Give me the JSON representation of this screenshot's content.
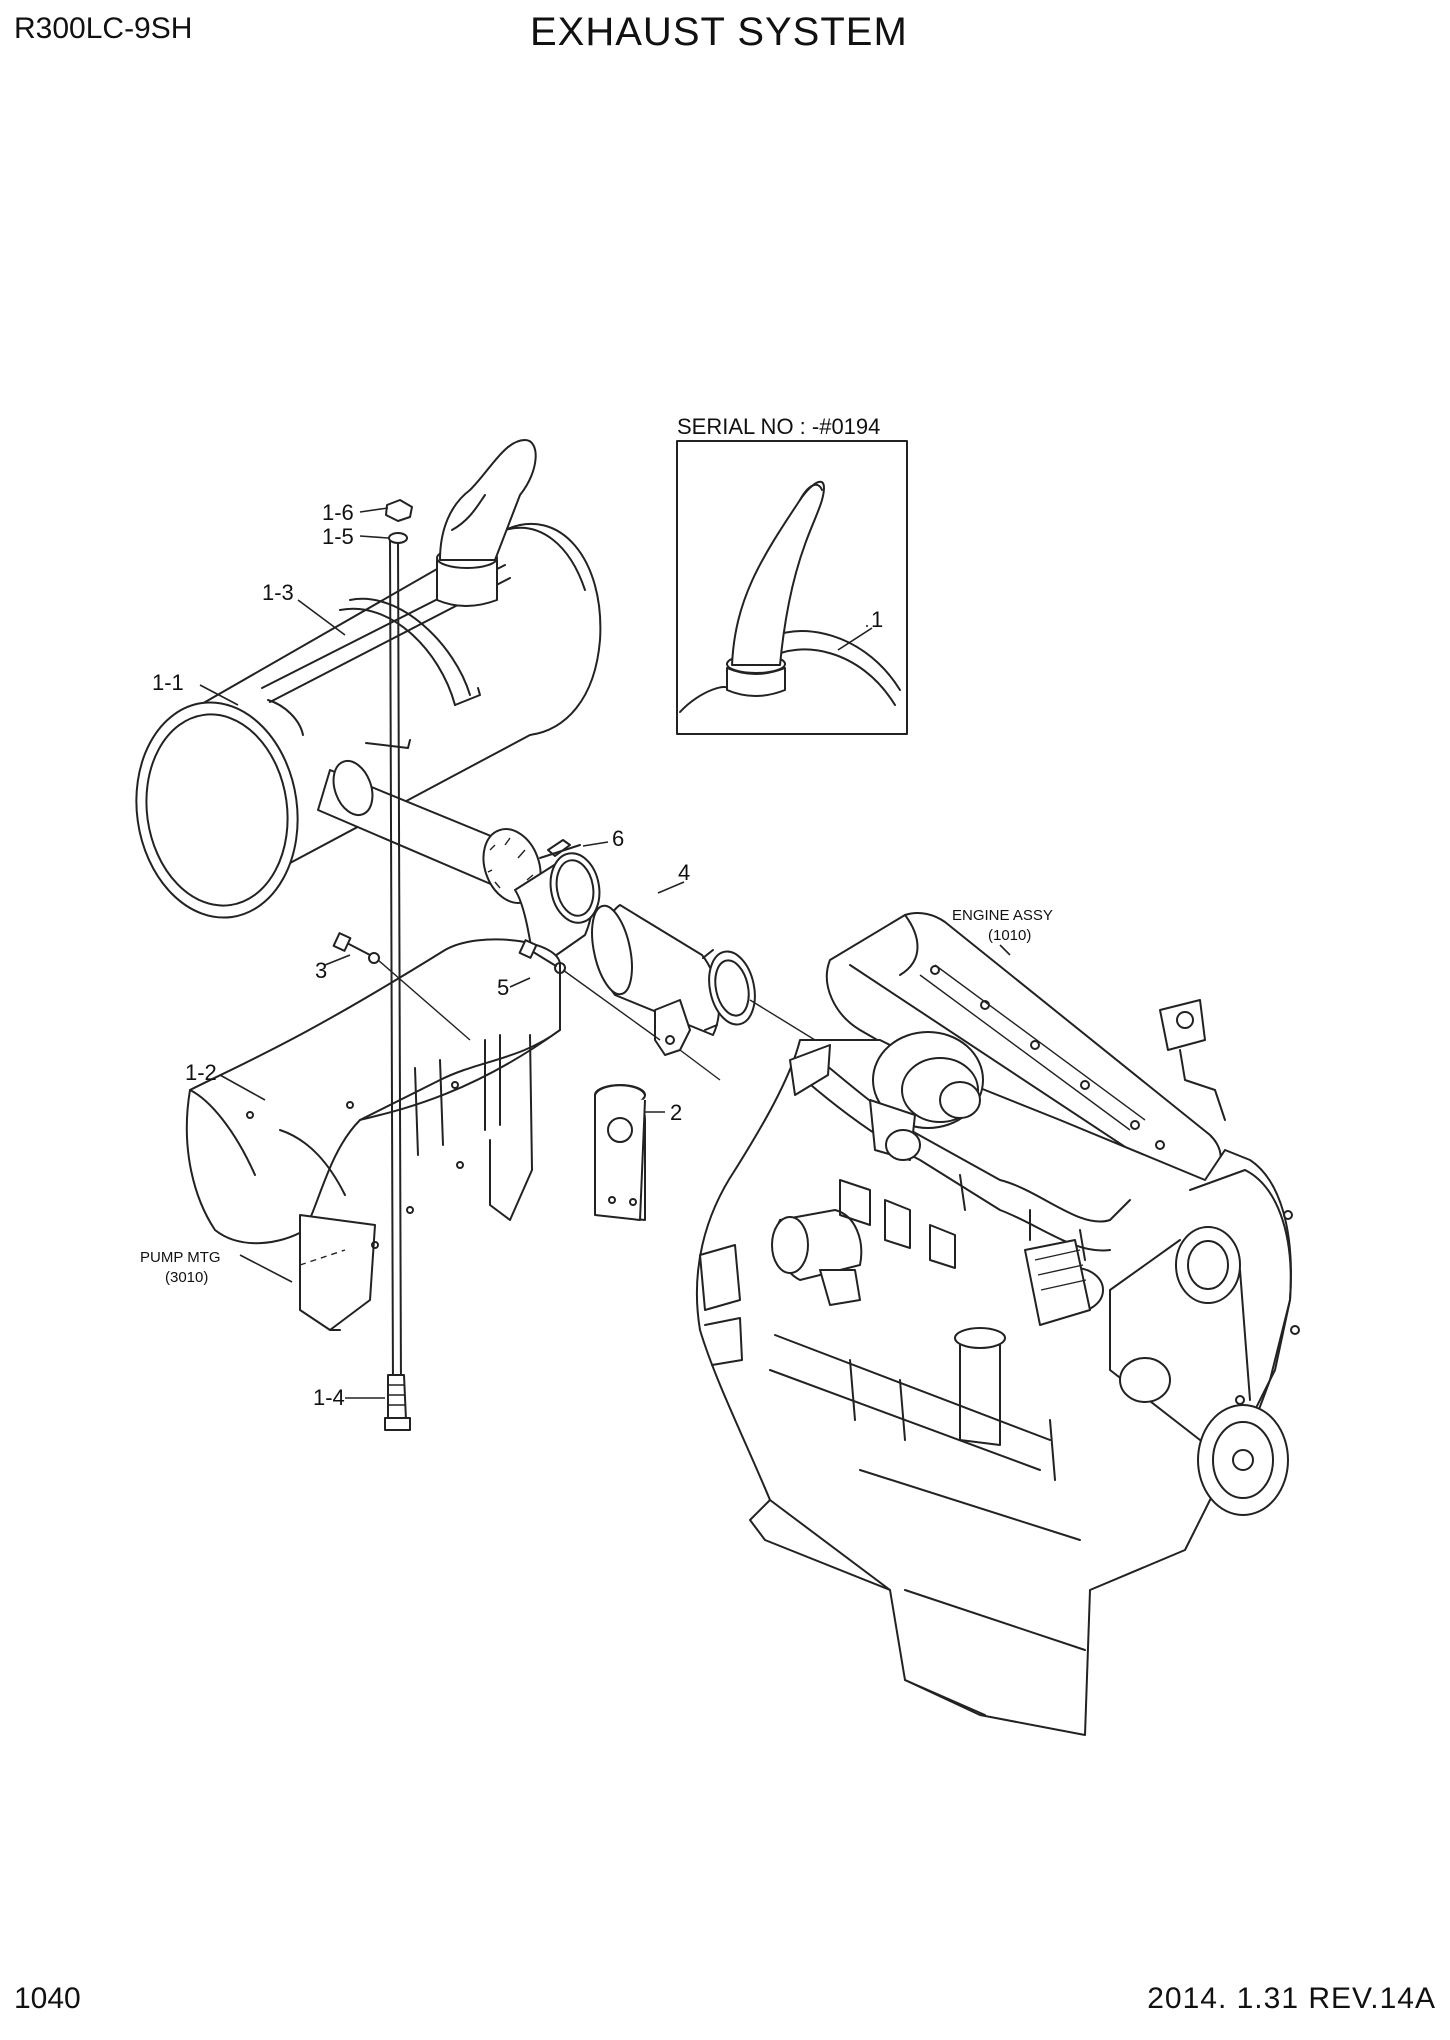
{
  "header": {
    "model": "R300LC-9SH",
    "title": "EXHAUST SYSTEM"
  },
  "footer": {
    "page": "1040",
    "revision": "2014. 1.31  REV.14A"
  },
  "inset": {
    "caption": "SERIAL NO : -#0194",
    "callout": "1"
  },
  "callouts": {
    "c1_6": "1-6",
    "c1_5": "1-5",
    "c1_3": "1-3",
    "c1_1": "1-1",
    "c6": "6",
    "c4": "4",
    "c3": "3",
    "c5": "5",
    "c1_2": "1-2",
    "c2": "2",
    "c1_4": "1-4"
  },
  "references": {
    "engine": {
      "name": "ENGINE ASSY",
      "code": "(1010)"
    },
    "pump": {
      "name": "PUMP MTG",
      "code": "(3010)"
    }
  }
}
